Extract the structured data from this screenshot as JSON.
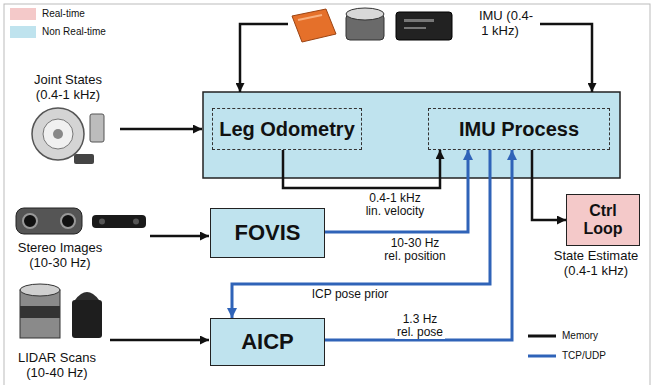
{
  "diagram": {
    "nodes": [
      {
        "text": [
          "Leg Odometry"
        ]
      },
      {
        "text": [
          "IMU Process"
        ]
      },
      {
        "text": [
          "FOVIS"
        ]
      },
      {
        "text": [
          "AICP"
        ]
      },
      {
        "text": [
          "Ctrl Loop"
        ]
      }
    ],
    "edges": [
      {
        "from": 0,
        "to": 1,
        "arrow": "to",
        "label": "0.4-1 kHz lin. velocity"
      },
      {
        "from": 2,
        "to": 1,
        "arrow": "to",
        "label": "10-30 Hz rel. position"
      },
      {
        "from": 1,
        "to": 3,
        "arrow": "to",
        "label": "ICP pose prior"
      },
      {
        "from": 3,
        "to": 1,
        "arrow": "to",
        "label": "1.3 Hz rel. pose"
      },
      {
        "from": 1,
        "to": 4,
        "arrow": "to"
      }
    ],
    "labels": [
      "Joint States (0.4-1 kHz)",
      "IMU (0.4-1 kHz)",
      "Stereo Images (10-30 Hz)",
      "LIDAR Scans (10-40 Hz)",
      "State Estimate (0.4-1 kHz)"
    ],
    "legend": [
      {
        "text": "Real-time",
        "color": "#f4c9c9"
      },
      {
        "text": "Non Real-time",
        "color": "#bfe3ee"
      },
      {
        "text": "Memory"
      },
      {
        "text": "TCP/UDP"
      }
    ]
  }
}
